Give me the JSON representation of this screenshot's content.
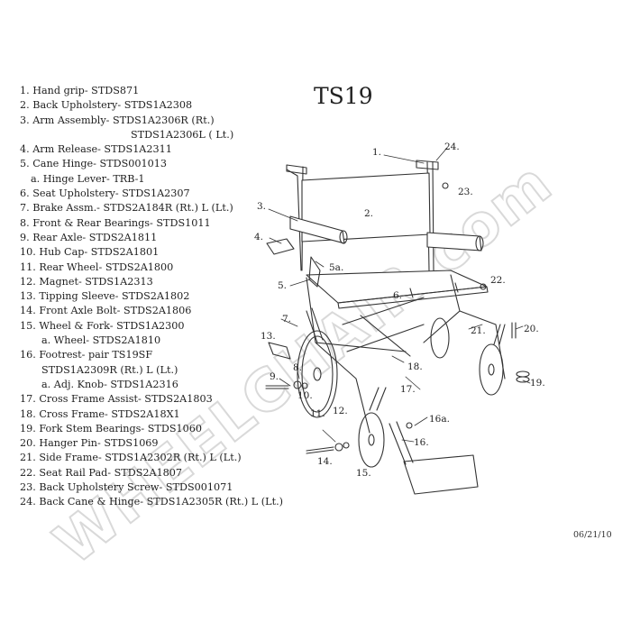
{
  "title": "TS19",
  "date": "06/21/10",
  "watermark": "WHEELCHAIR.com",
  "parts": [
    "1. Hand grip- STDS871",
    "2. Back Upholstery- STDS1A2308",
    "3. Arm Assembly- STDS1A2306R (Rt.)",
    "STDS1A2306L ( Lt.)",
    "4. Arm Release- STDS1A2311",
    "5. Cane Hinge- STDS001013",
    "a. Hinge Lever- TRB-1",
    "6. Seat Upholstery- STDS1A2307",
    "7. Brake Assm.- STDS2A184R (Rt.) L (Lt.)",
    "8. Front & Rear Bearings- STDS1011",
    "9. Rear Axle- STDS2A1811",
    "10. Hub Cap- STDS2A1801",
    "11. Rear Wheel- STDS2A1800",
    "12. Magnet- STDS1A2313",
    "13. Tipping Sleeve- STDS2A1802",
    "14. Front Axle Bolt- STDS2A1806",
    "15. Wheel & Fork- STDS1A2300",
    "a. Wheel- STDS2A1810",
    "16. Footrest- pair TS19SF",
    "STDS1A2309R (Rt.) L (Lt.)",
    "a. Adj. Knob- STDS1A2316",
    "17. Cross Frame Assist- STDS2A1803",
    "18. Cross Frame- STDS2A18X1",
    "19. Fork Stem Bearings- STDS1060",
    "20. Hanger Pin- STDS1069",
    "21. Side Frame- STDS1A2302R (Rt.) L (Lt.)",
    "22. Seat Rail Pad- STDS2A1807",
    "23. Back Upholstery Screw- STDS001071",
    "24. Back Cane & Hinge- STDS1A2305R (Rt.) L (Lt.)"
  ],
  "callouts": {
    "c1": "1.",
    "c2": "2.",
    "c3": "3.",
    "c4": "4.",
    "c5": "5.",
    "c5a": "5a.",
    "c6": "6.",
    "c7": "7.",
    "c8": "8.",
    "c9": "9.",
    "c10": "10.",
    "c11": "11.",
    "c12": "12.",
    "c13": "13.",
    "c14": "14.",
    "c15": "15.",
    "c16": "16.",
    "c16a": "16a.",
    "c17": "17.",
    "c18": "18.",
    "c19": "19.",
    "c20": "20.",
    "c21": "21.",
    "c22": "22.",
    "c23": "23.",
    "c24": "24."
  }
}
